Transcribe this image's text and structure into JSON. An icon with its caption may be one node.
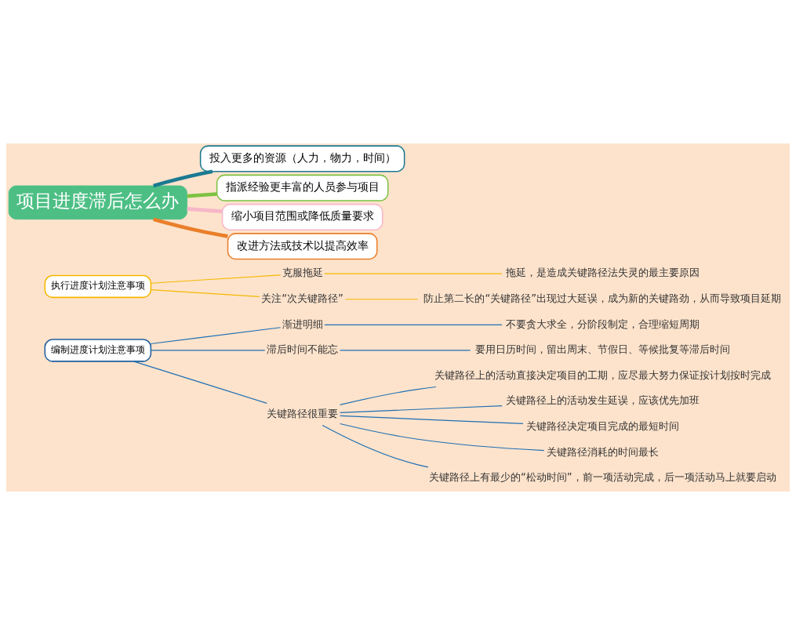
{
  "diagram": {
    "nodes": [
      {
        "text": [
          "编制进度计划注意事项"
        ]
      },
      {
        "text": [
          "渐进明细"
        ]
      },
      {
        "text": [
          "不要贪大求全，分阶段制定，合理缩短周期"
        ]
      },
      {
        "text": [
          "滞后时间不能忘"
        ]
      },
      {
        "text": [
          "要用日历时间，留出周末、节假日、等候批复等滞后时间"
        ]
      },
      {
        "text": [
          "关键路径很重要"
        ]
      },
      {
        "text": [
          "关键路径上的活动直接决定项目的工期，应尽最大努力保证按计划按时完成"
        ]
      },
      {
        "text": [
          "关键路径上的活动发生延误，应该优先加班"
        ]
      },
      {
        "text": [
          "关键路径决定项目完成的最短时间"
        ]
      },
      {
        "text": [
          "关键路径消耗的时间最长"
        ]
      },
      {
        "text": [
          "关键路径上有最少的“松动时间”，前一项活动完成，后一项活动马上就要启动"
        ]
      },
      {
        "text": [
          "执行进度计划注意事项"
        ]
      },
      {
        "text": [
          "克服拖延"
        ]
      },
      {
        "text": [
          "拖延，是造成关键路径法失灵的最主要原因"
        ]
      },
      {
        "text": [
          "关注“次关键路径”"
        ]
      },
      {
        "text": [
          "防止第二长的“关键路径”出现过大延误，成为新的关键路劲，从而导致项目延期"
        ]
      },
      {
        "text": [
          "项目进度滞后怎么办"
        ]
      },
      {
        "text": [
          "投入更多的资源（人力，物力，时间）"
        ]
      },
      {
        "text": [
          "指派经验更丰富的人员参与项目"
        ]
      },
      {
        "text": [
          "缩小项目范围或降低质量要求"
        ]
      },
      {
        "text": [
          "改进方法或技术以提高效率"
        ]
      }
    ],
    "edges": [
      {
        "from": 0,
        "to": 1,
        "arrow": "none"
      },
      {
        "from": 1,
        "to": 2,
        "arrow": "none"
      },
      {
        "from": 0,
        "to": 3,
        "arrow": "none"
      },
      {
        "from": 3,
        "to": 4,
        "arrow": "none"
      },
      {
        "from": 0,
        "to": 5,
        "arrow": "none"
      },
      {
        "from": 5,
        "to": 6,
        "arrow": "none"
      },
      {
        "from": 5,
        "to": 7,
        "arrow": "none"
      },
      {
        "from": 5,
        "to": 8,
        "arrow": "none"
      },
      {
        "from": 5,
        "to": 9,
        "arrow": "none"
      },
      {
        "from": 5,
        "to": 10,
        "arrow": "none"
      },
      {
        "from": 11,
        "to": 12,
        "arrow": "none",
        "color": "#f5b800"
      },
      {
        "from": 12,
        "to": 13,
        "arrow": "none",
        "color": "#f5b800"
      },
      {
        "from": 11,
        "to": 14,
        "arrow": "none",
        "color": "#f5b800"
      },
      {
        "from": 14,
        "to": 15,
        "arrow": "none",
        "color": "#f5b800"
      },
      {
        "from": 16,
        "to": 17,
        "arrow": "none",
        "style": "thick",
        "color": "#1b7a91"
      },
      {
        "from": 16,
        "to": 18,
        "arrow": "none",
        "style": "thick",
        "color": "#7cc242"
      },
      {
        "from": 16,
        "to": 19,
        "arrow": "none",
        "style": "thick",
        "color": "#f7b6c8"
      },
      {
        "from": 16,
        "to": 20,
        "arrow": "none",
        "style": "thick",
        "color": "#ea7f2a"
      }
    ]
  }
}
